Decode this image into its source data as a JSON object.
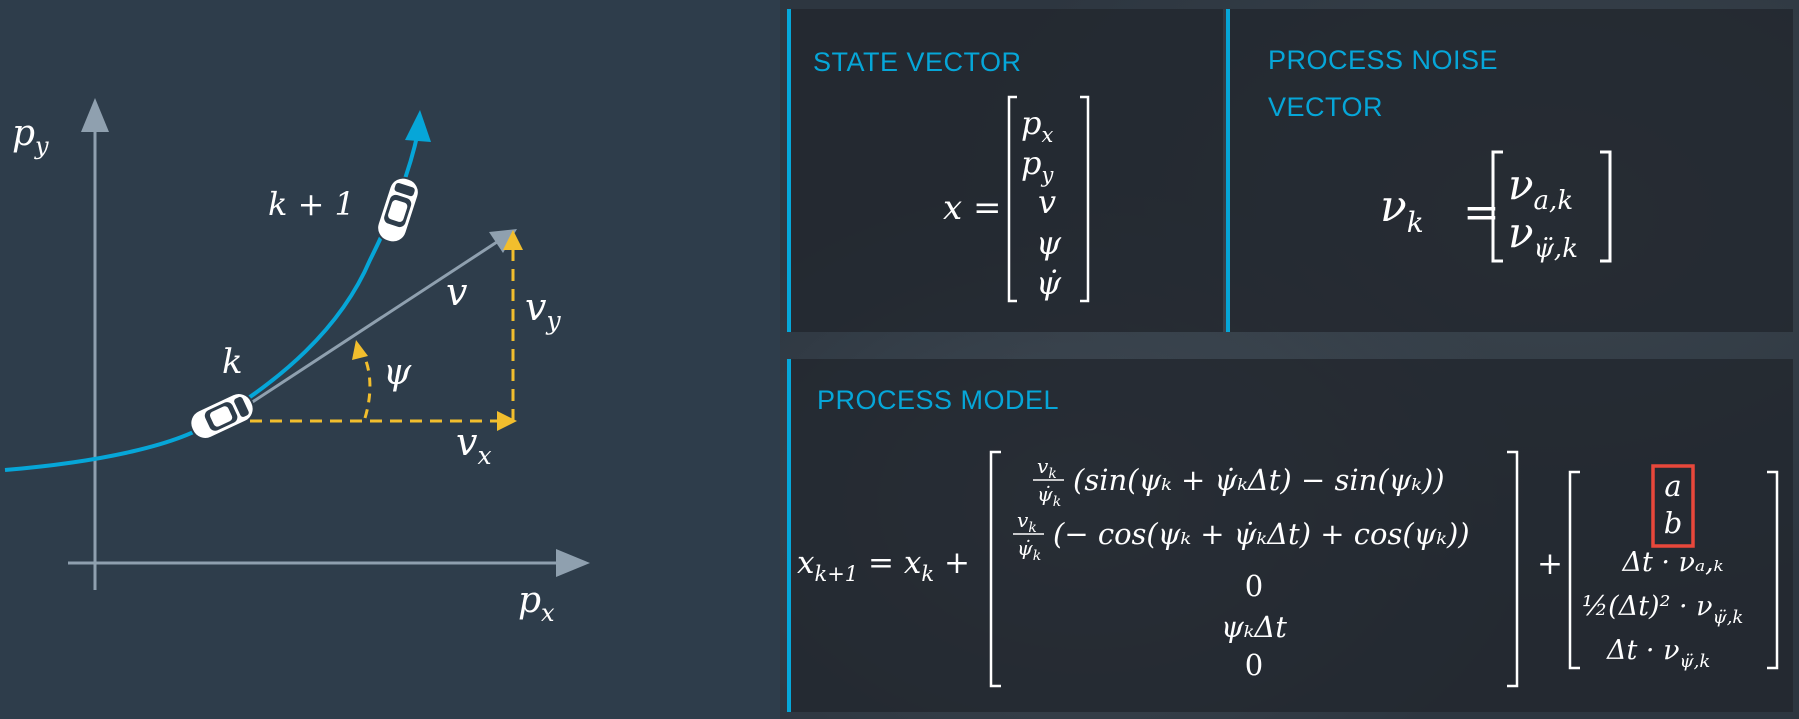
{
  "colors": {
    "background": "#2e3d4b",
    "accent": "#06a6d8",
    "trajectory": "#06a6d8",
    "velocity_arrow": "#8fa0af",
    "angle_dashes": "#f2be2d",
    "highlight_box": "#e8473b",
    "math_text": "#ffffff"
  },
  "diagram": {
    "axis_y_label": {
      "base": "p",
      "sub": "y"
    },
    "axis_x_label": {
      "base": "p",
      "sub": "x"
    },
    "step_next_label": "k + 1",
    "step_label": "k",
    "velocity_label": "v",
    "yaw_label": "ψ",
    "vx_label": {
      "base": "v",
      "sub": "x"
    },
    "vy_label": {
      "base": "v",
      "sub": "y"
    },
    "car_icon": "car-top-view-icon"
  },
  "state_panel": {
    "title": "STATE VECTOR",
    "lhs": "x =",
    "entries": [
      {
        "base": "p",
        "sub": "x"
      },
      {
        "base": "p",
        "sub": "y"
      },
      {
        "base": "v",
        "sub": ""
      },
      {
        "base": "ψ",
        "sub": ""
      },
      {
        "base": "ψ̇",
        "sub": ""
      }
    ]
  },
  "noise_panel": {
    "title_line1": "PROCESS NOISE",
    "title_line2": "VECTOR",
    "lhs_base": "ν",
    "lhs_sub": "k",
    "equals": "=",
    "entries": [
      {
        "base": "ν",
        "sub": "a,k"
      },
      {
        "base": "ν",
        "sub": "ψ̈,k"
      }
    ]
  },
  "model_panel": {
    "title": "PROCESS MODEL",
    "lhs": {
      "base": "x",
      "sub": "k+1",
      "equals": "=",
      "rhs_base": "x",
      "rhs_sub": "k",
      "plus": "+"
    },
    "frac": {
      "num_base": "v",
      "num_sub": "k",
      "den_base": "ψ̇",
      "den_sub": "k"
    },
    "row1": "(sin(ψₖ + ψ̇ₖΔt) − sin(ψₖ))",
    "row2": "(− cos(ψₖ + ψ̇ₖΔt) + cos(ψₖ))",
    "row3": "0",
    "row4": "ψₖΔt",
    "row5": "0",
    "plus2": "+",
    "noise_rows": [
      "a",
      "b",
      "Δt · νₐ,ₖ",
      "½(Δt)² · ν",
      "Δt · ν"
    ],
    "noise_row4_sub": "ψ̈,k",
    "noise_row5_sub": "ψ̈,k"
  }
}
